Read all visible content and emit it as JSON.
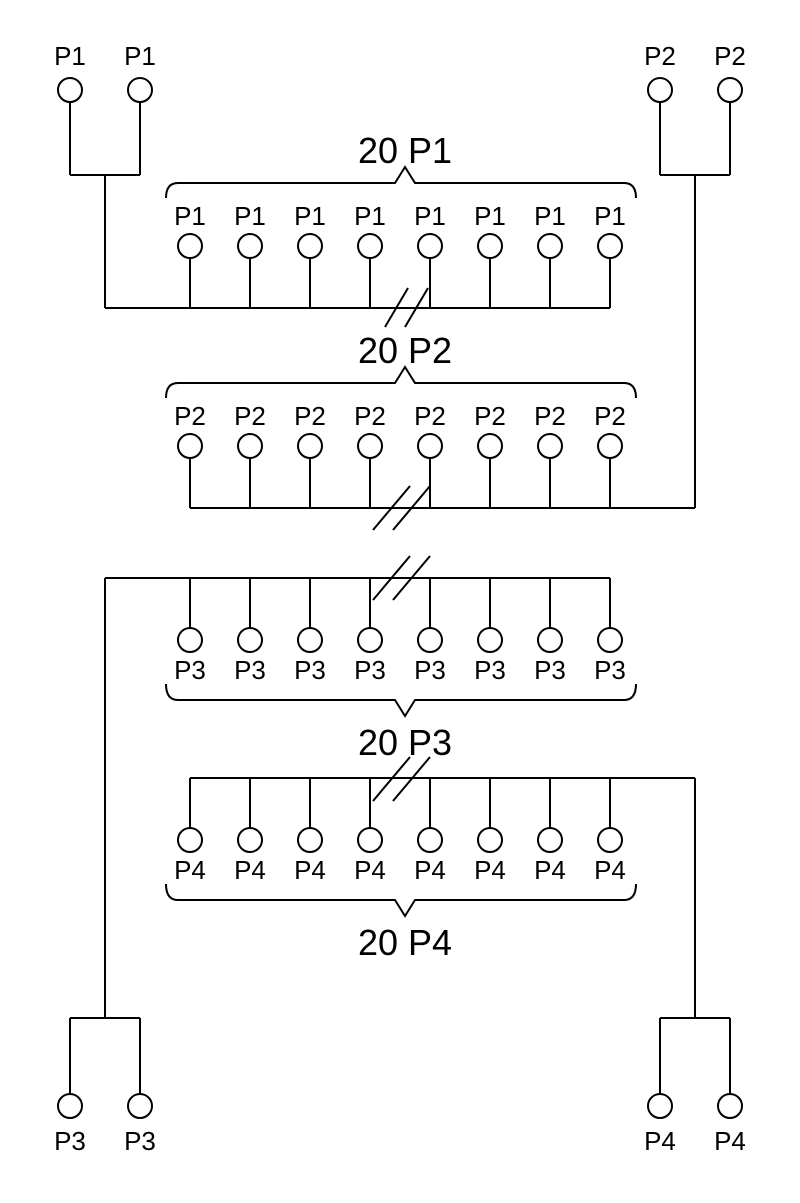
{
  "groups": [
    {
      "id": "p1",
      "label": "20 P1",
      "node_label": "P1",
      "pair_label": "P1"
    },
    {
      "id": "p2",
      "label": "20 P2",
      "node_label": "P2",
      "pair_label": "P2"
    },
    {
      "id": "p3",
      "label": "20 P3",
      "node_label": "P3",
      "pair_label": "P3"
    },
    {
      "id": "p4",
      "label": "20 P4",
      "node_label": "P4",
      "pair_label": "P4"
    }
  ],
  "colors": {
    "stroke": "#000000",
    "background": "#ffffff"
  }
}
